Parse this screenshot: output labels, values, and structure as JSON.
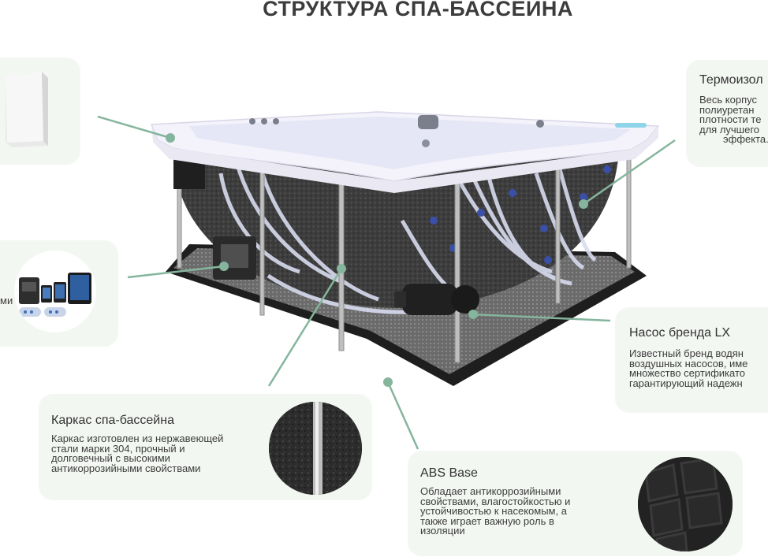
{
  "page": {
    "title": "СТРУКТУРА СПА-БАССЕЙНА"
  },
  "colors": {
    "accent": "#85b59d",
    "card_bg": "#f3f7f2"
  },
  "callouts": {
    "panel_partial": {
      "icon": "white-side-panel"
    },
    "controls_partial": {
      "text": "ми",
      "icon": "control-panels"
    },
    "insulation": {
      "title": "Термоизол",
      "lines": [
        "Весь корпус",
        "полиуретан",
        "плотности те",
        "для лучшего",
        "эффекта."
      ]
    },
    "pump": {
      "title": "Насос бренда LX",
      "lines": [
        "Известный бренд водян",
        "воздушных насосов, име",
        "множество сертификато",
        "гарантирующий надежн"
      ]
    },
    "frame": {
      "title": "Каркас спа-бассейна",
      "lines": [
        "Каркас изготовлен из нержавеющей",
        "стали марки 304, прочный и",
        "долговечный с высокими",
        "антикоррозийными свойствами"
      ]
    },
    "base": {
      "title": "ABS Base",
      "lines": [
        "Обладает антикоррозийными",
        "свойствами, влагостойкостью и",
        "устойчивостью к насекомым, а",
        "также играет важную роль в",
        "изоляции"
      ]
    }
  },
  "illustration": {
    "icon": "spa-tub-cutaway"
  }
}
